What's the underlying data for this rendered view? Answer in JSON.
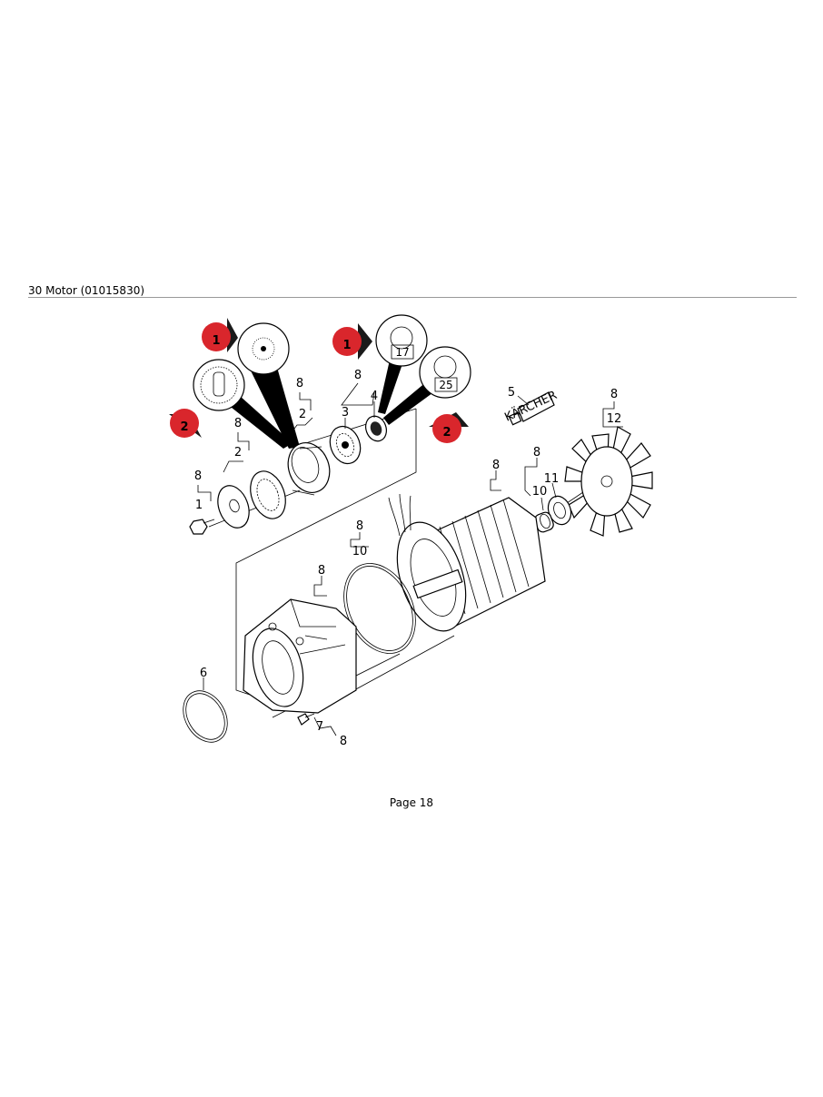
{
  "header": {
    "title": "30 Motor (01015830)"
  },
  "footer": {
    "page_label": "Page 18"
  },
  "badges": [
    {
      "id": "b1a",
      "label": "1"
    },
    {
      "id": "b1b",
      "label": "1"
    },
    {
      "id": "b2a",
      "label": "2"
    },
    {
      "id": "b2b",
      "label": "2"
    }
  ],
  "detail_callouts": [
    {
      "label": "17"
    },
    {
      "label": "25"
    }
  ],
  "part_labels": [
    {
      "label": "8"
    },
    {
      "label": "2"
    },
    {
      "label": "8"
    },
    {
      "label": "2"
    },
    {
      "label": "8"
    },
    {
      "label": "1"
    },
    {
      "label": "8"
    },
    {
      "label": "3"
    },
    {
      "label": "4"
    },
    {
      "label": "5"
    },
    {
      "label": "8"
    },
    {
      "label": "12"
    },
    {
      "label": "8"
    },
    {
      "label": "11"
    },
    {
      "label": "10"
    },
    {
      "label": "8"
    },
    {
      "label": "8"
    },
    {
      "label": "10"
    },
    {
      "label": "8"
    },
    {
      "label": "6"
    },
    {
      "label": "7"
    },
    {
      "label": "8"
    }
  ],
  "tube_text": "KÄRCHER",
  "colors": {
    "badge_red": "#d9262c",
    "badge_arrow": "#1a1a1a",
    "rule": "#999999"
  }
}
